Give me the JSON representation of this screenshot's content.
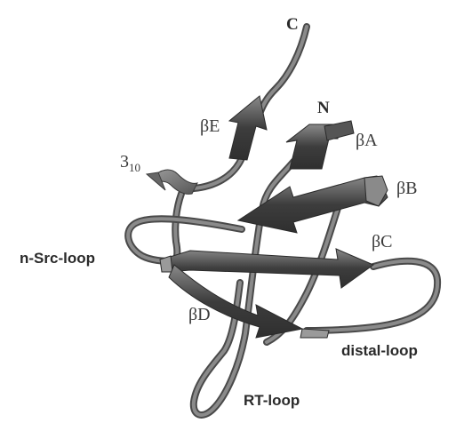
{
  "labels": {
    "terminus_c": "C",
    "terminus_n": "N",
    "strand_a": "βA",
    "strand_b": "βB",
    "strand_c": "βC",
    "strand_d": "βD",
    "strand_e": "βE",
    "helix_310_base": "3",
    "helix_310_sub": "10",
    "loop_nsrc": "n-Src-loop",
    "loop_distal": "distal-loop",
    "loop_rt": "RT-loop"
  },
  "colors": {
    "coil": "#7b7b7b",
    "coil_edge": "#4a4a4a",
    "sheet_dark": "#3d3d3d",
    "sheet_mid": "#666666",
    "sheet_light": "#9a9a9a",
    "text": "#3a3a3a"
  }
}
